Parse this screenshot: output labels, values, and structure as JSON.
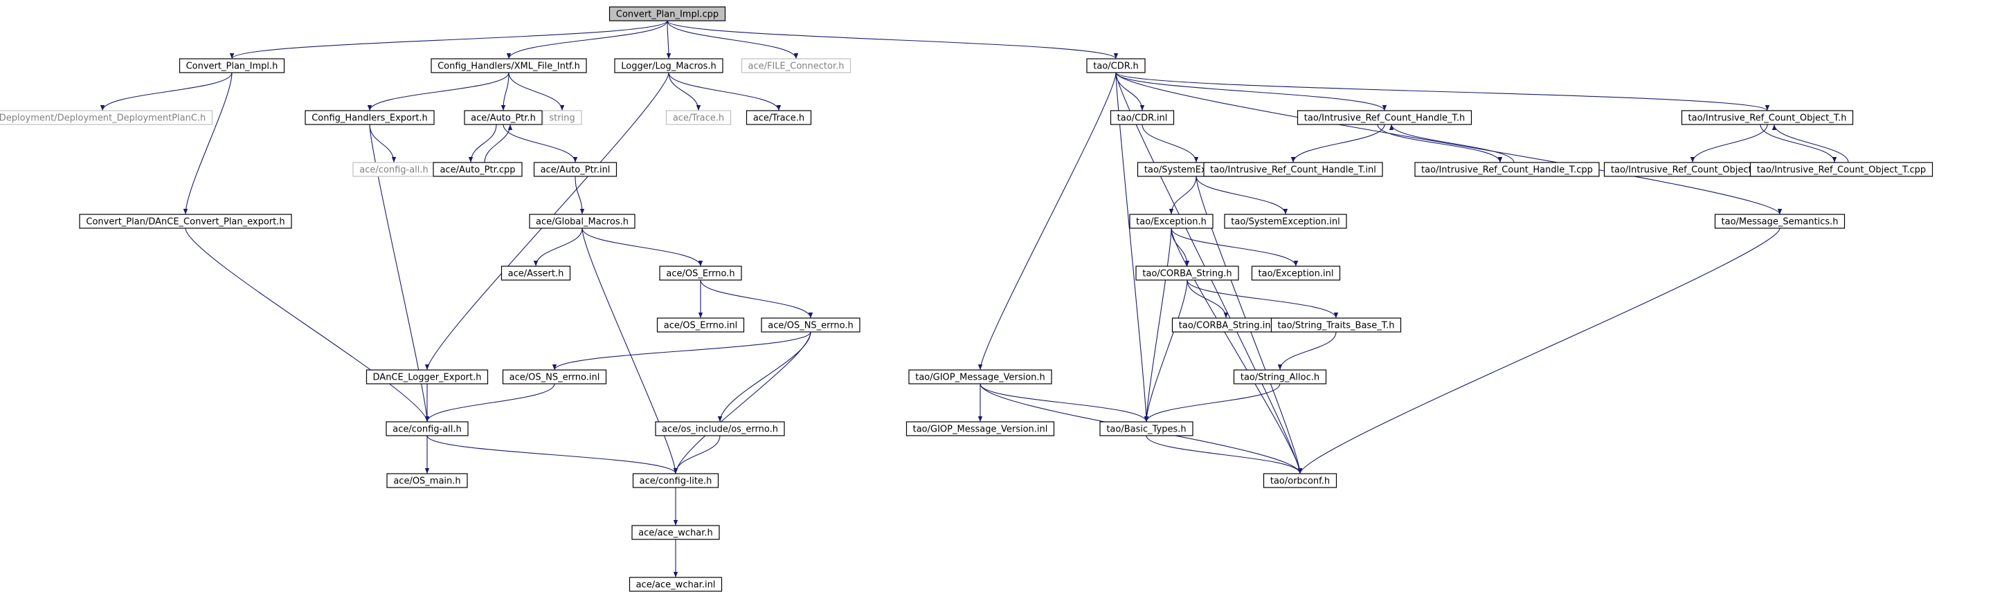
{
  "graph": {
    "colors": {
      "edge": "#191970",
      "box_border": "#000000",
      "box_fill": "#ffffff",
      "root_fill": "#bfbfbf",
      "text": "#000000",
      "unexpanded_border": "#bfbfbf",
      "unexpanded_text": "#808080"
    },
    "nodes": [
      {
        "id": "root",
        "label": "Convert_Plan_Impl.cpp",
        "style": "root"
      },
      {
        "id": "cpi_h",
        "label": "Convert_Plan_Impl.h",
        "style": "normal"
      },
      {
        "id": "xml_intf",
        "label": "Config_Handlers/XML_File_Intf.h",
        "style": "normal"
      },
      {
        "id": "log_macros",
        "label": "Logger/Log_Macros.h",
        "style": "normal"
      },
      {
        "id": "file_conn",
        "label": "ace/FILE_Connector.h",
        "style": "unexpanded"
      },
      {
        "id": "cdr_h",
        "label": "tao/CDR.h",
        "style": "normal"
      },
      {
        "id": "deploy_planc",
        "label": "Deployment/Deployment_DeploymentPlanC.h",
        "style": "unexpanded"
      },
      {
        "id": "ch_export",
        "label": "Config_Handlers_Export.h",
        "style": "normal"
      },
      {
        "id": "auto_ptr_h",
        "label": "ace/Auto_Ptr.h",
        "style": "normal"
      },
      {
        "id": "string",
        "label": "string",
        "style": "unexpanded"
      },
      {
        "id": "trace_u",
        "label": "ace/Trace.h",
        "style": "unexpanded"
      },
      {
        "id": "trace_h",
        "label": "ace/Trace.h",
        "style": "normal"
      },
      {
        "id": "cdr_inl",
        "label": "tao/CDR.inl",
        "style": "normal"
      },
      {
        "id": "irch",
        "label": "tao/Intrusive_Ref_Count_Handle_T.h",
        "style": "normal"
      },
      {
        "id": "irco",
        "label": "tao/Intrusive_Ref_Count_Object_T.h",
        "style": "normal"
      },
      {
        "id": "config_all_u",
        "label": "ace/config-all.h",
        "style": "unexpanded"
      },
      {
        "id": "auto_ptr_cpp",
        "label": "ace/Auto_Ptr.cpp",
        "style": "normal"
      },
      {
        "id": "auto_ptr_inl",
        "label": "ace/Auto_Ptr.inl",
        "style": "normal"
      },
      {
        "id": "sys_exc_h",
        "label": "tao/SystemException.h",
        "style": "normal"
      },
      {
        "id": "irch_inl",
        "label": "tao/Intrusive_Ref_Count_Handle_T.inl",
        "style": "normal"
      },
      {
        "id": "irch_cpp",
        "label": "tao/Intrusive_Ref_Count_Handle_T.cpp",
        "style": "normal"
      },
      {
        "id": "irco_inl",
        "label": "tao/Intrusive_Ref_Count_Object_T.inl",
        "style": "normal"
      },
      {
        "id": "irco_cpp",
        "label": "tao/Intrusive_Ref_Count_Object_T.cpp",
        "style": "normal"
      },
      {
        "id": "dance_export",
        "label": "Convert_Plan/DAnCE_Convert_Plan_export.h",
        "style": "normal"
      },
      {
        "id": "global_macros",
        "label": "ace/Global_Macros.h",
        "style": "normal"
      },
      {
        "id": "exception_h",
        "label": "tao/Exception.h",
        "style": "normal"
      },
      {
        "id": "sys_exc_inl",
        "label": "tao/SystemException.inl",
        "style": "normal"
      },
      {
        "id": "msg_sem",
        "label": "tao/Message_Semantics.h",
        "style": "normal"
      },
      {
        "id": "assert_h",
        "label": "ace/Assert.h",
        "style": "normal"
      },
      {
        "id": "os_errno_h",
        "label": "ace/OS_Errno.h",
        "style": "normal"
      },
      {
        "id": "corba_string_h",
        "label": "tao/CORBA_String.h",
        "style": "normal"
      },
      {
        "id": "exception_inl",
        "label": "tao/Exception.inl",
        "style": "normal"
      },
      {
        "id": "os_errno_inl",
        "label": "ace/OS_Errno.inl",
        "style": "normal"
      },
      {
        "id": "os_ns_errno_h",
        "label": "ace/OS_NS_errno.h",
        "style": "normal"
      },
      {
        "id": "corba_string_inl",
        "label": "tao/CORBA_String.inl",
        "style": "normal"
      },
      {
        "id": "string_traits",
        "label": "tao/String_Traits_Base_T.h",
        "style": "normal"
      },
      {
        "id": "dance_logger",
        "label": "DAnCE_Logger_Export.h",
        "style": "normal"
      },
      {
        "id": "os_ns_errno_inl",
        "label": "ace/OS_NS_errno.inl",
        "style": "normal"
      },
      {
        "id": "giop_h",
        "label": "tao/GIOP_Message_Version.h",
        "style": "normal"
      },
      {
        "id": "string_alloc",
        "label": "tao/String_Alloc.h",
        "style": "normal"
      },
      {
        "id": "config_all_h",
        "label": "ace/config-all.h",
        "style": "normal"
      },
      {
        "id": "os_include_errno",
        "label": "ace/os_include/os_errno.h",
        "style": "normal"
      },
      {
        "id": "giop_inl",
        "label": "tao/GIOP_Message_Version.inl",
        "style": "normal"
      },
      {
        "id": "basic_types",
        "label": "tao/Basic_Types.h",
        "style": "normal"
      },
      {
        "id": "os_main",
        "label": "ace/OS_main.h",
        "style": "normal"
      },
      {
        "id": "config_lite",
        "label": "ace/config-lite.h",
        "style": "normal"
      },
      {
        "id": "orbconf",
        "label": "tao/orbconf.h",
        "style": "normal"
      },
      {
        "id": "ace_wchar_h",
        "label": "ace/ace_wchar.h",
        "style": "normal"
      },
      {
        "id": "ace_wchar_inl",
        "label": "ace/ace_wchar.inl",
        "style": "normal"
      }
    ],
    "edges": [
      [
        "root",
        "cpi_h"
      ],
      [
        "root",
        "xml_intf"
      ],
      [
        "root",
        "log_macros"
      ],
      [
        "root",
        "file_conn"
      ],
      [
        "root",
        "cdr_h"
      ],
      [
        "cpi_h",
        "deploy_planc"
      ],
      [
        "cpi_h",
        "dance_export"
      ],
      [
        "xml_intf",
        "ch_export"
      ],
      [
        "xml_intf",
        "auto_ptr_h"
      ],
      [
        "xml_intf",
        "string"
      ],
      [
        "log_macros",
        "trace_u"
      ],
      [
        "log_macros",
        "trace_h"
      ],
      [
        "log_macros",
        "dance_logger"
      ],
      [
        "ch_export",
        "config_all_u"
      ],
      [
        "ch_export",
        "config_all_h"
      ],
      [
        "auto_ptr_h",
        "auto_ptr_cpp"
      ],
      [
        "auto_ptr_h",
        "auto_ptr_inl"
      ],
      [
        "auto_ptr_cpp",
        "auto_ptr_h"
      ],
      [
        "auto_ptr_inl",
        "global_macros"
      ],
      [
        "global_macros",
        "assert_h"
      ],
      [
        "global_macros",
        "os_errno_h"
      ],
      [
        "global_macros",
        "config_lite"
      ],
      [
        "os_errno_h",
        "os_errno_inl"
      ],
      [
        "os_errno_h",
        "os_ns_errno_h"
      ],
      [
        "os_ns_errno_h",
        "os_ns_errno_inl"
      ],
      [
        "os_ns_errno_h",
        "os_include_errno"
      ],
      [
        "os_ns_errno_h",
        "config_lite"
      ],
      [
        "os_ns_errno_inl",
        "config_all_h"
      ],
      [
        "os_include_errno",
        "config_lite"
      ],
      [
        "dance_logger",
        "config_all_h"
      ],
      [
        "dance_export",
        "config_all_h"
      ],
      [
        "config_all_h",
        "os_main"
      ],
      [
        "config_all_h",
        "config_lite"
      ],
      [
        "config_lite",
        "ace_wchar_h"
      ],
      [
        "ace_wchar_h",
        "ace_wchar_inl"
      ],
      [
        "cdr_h",
        "cdr_inl"
      ],
      [
        "cdr_h",
        "irch"
      ],
      [
        "cdr_h",
        "irco"
      ],
      [
        "cdr_h",
        "msg_sem"
      ],
      [
        "cdr_h",
        "giop_h"
      ],
      [
        "cdr_h",
        "basic_types"
      ],
      [
        "cdr_h",
        "orbconf"
      ],
      [
        "cdr_inl",
        "sys_exc_h"
      ],
      [
        "irch",
        "irch_inl"
      ],
      [
        "irch",
        "irch_cpp"
      ],
      [
        "irch_cpp",
        "irch"
      ],
      [
        "irco",
        "irco_inl"
      ],
      [
        "irco",
        "irco_cpp"
      ],
      [
        "irco_cpp",
        "irco"
      ],
      [
        "sys_exc_h",
        "exception_h"
      ],
      [
        "sys_exc_h",
        "sys_exc_inl"
      ],
      [
        "sys_exc_h",
        "orbconf"
      ],
      [
        "exception_h",
        "corba_string_h"
      ],
      [
        "exception_h",
        "exception_inl"
      ],
      [
        "exception_h",
        "basic_types"
      ],
      [
        "exception_h",
        "orbconf"
      ],
      [
        "corba_string_h",
        "corba_string_inl"
      ],
      [
        "corba_string_h",
        "string_traits"
      ],
      [
        "corba_string_h",
        "basic_types"
      ],
      [
        "string_traits",
        "string_alloc"
      ],
      [
        "string_alloc",
        "basic_types"
      ],
      [
        "msg_sem",
        "orbconf"
      ],
      [
        "giop_h",
        "giop_inl"
      ],
      [
        "giop_h",
        "basic_types"
      ],
      [
        "giop_h",
        "orbconf"
      ],
      [
        "basic_types",
        "orbconf"
      ]
    ]
  }
}
